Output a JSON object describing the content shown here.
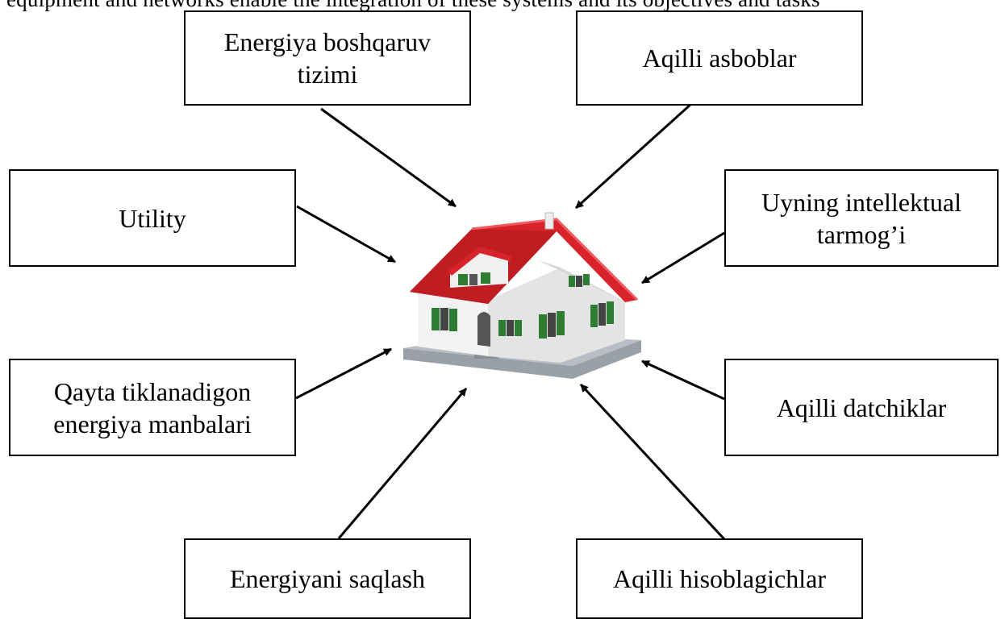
{
  "cut_text": "equipment and networks enable the integration of these systems and its objectives and tasks",
  "nodes": {
    "energy_mgmt": "Energiya boshqaruv tizimi",
    "smart_appliances": "Aqilli asboblar",
    "utility": "Utility",
    "home_network": "Uyning intellektual tarmog’i",
    "renewables": "Qayta tiklanadigon energiya manbalari",
    "smart_sensors": "Aqilli datchiklar",
    "energy_storage": "Energiyani saqlash",
    "smart_meters": "Aqilli hisoblagichlar"
  },
  "colors": {
    "roof": "#d8232a",
    "wall": "#f3f3f3",
    "shutter": "#2e7d32",
    "base": "#9aa0a8"
  },
  "icons": {
    "center": "house-icon"
  }
}
